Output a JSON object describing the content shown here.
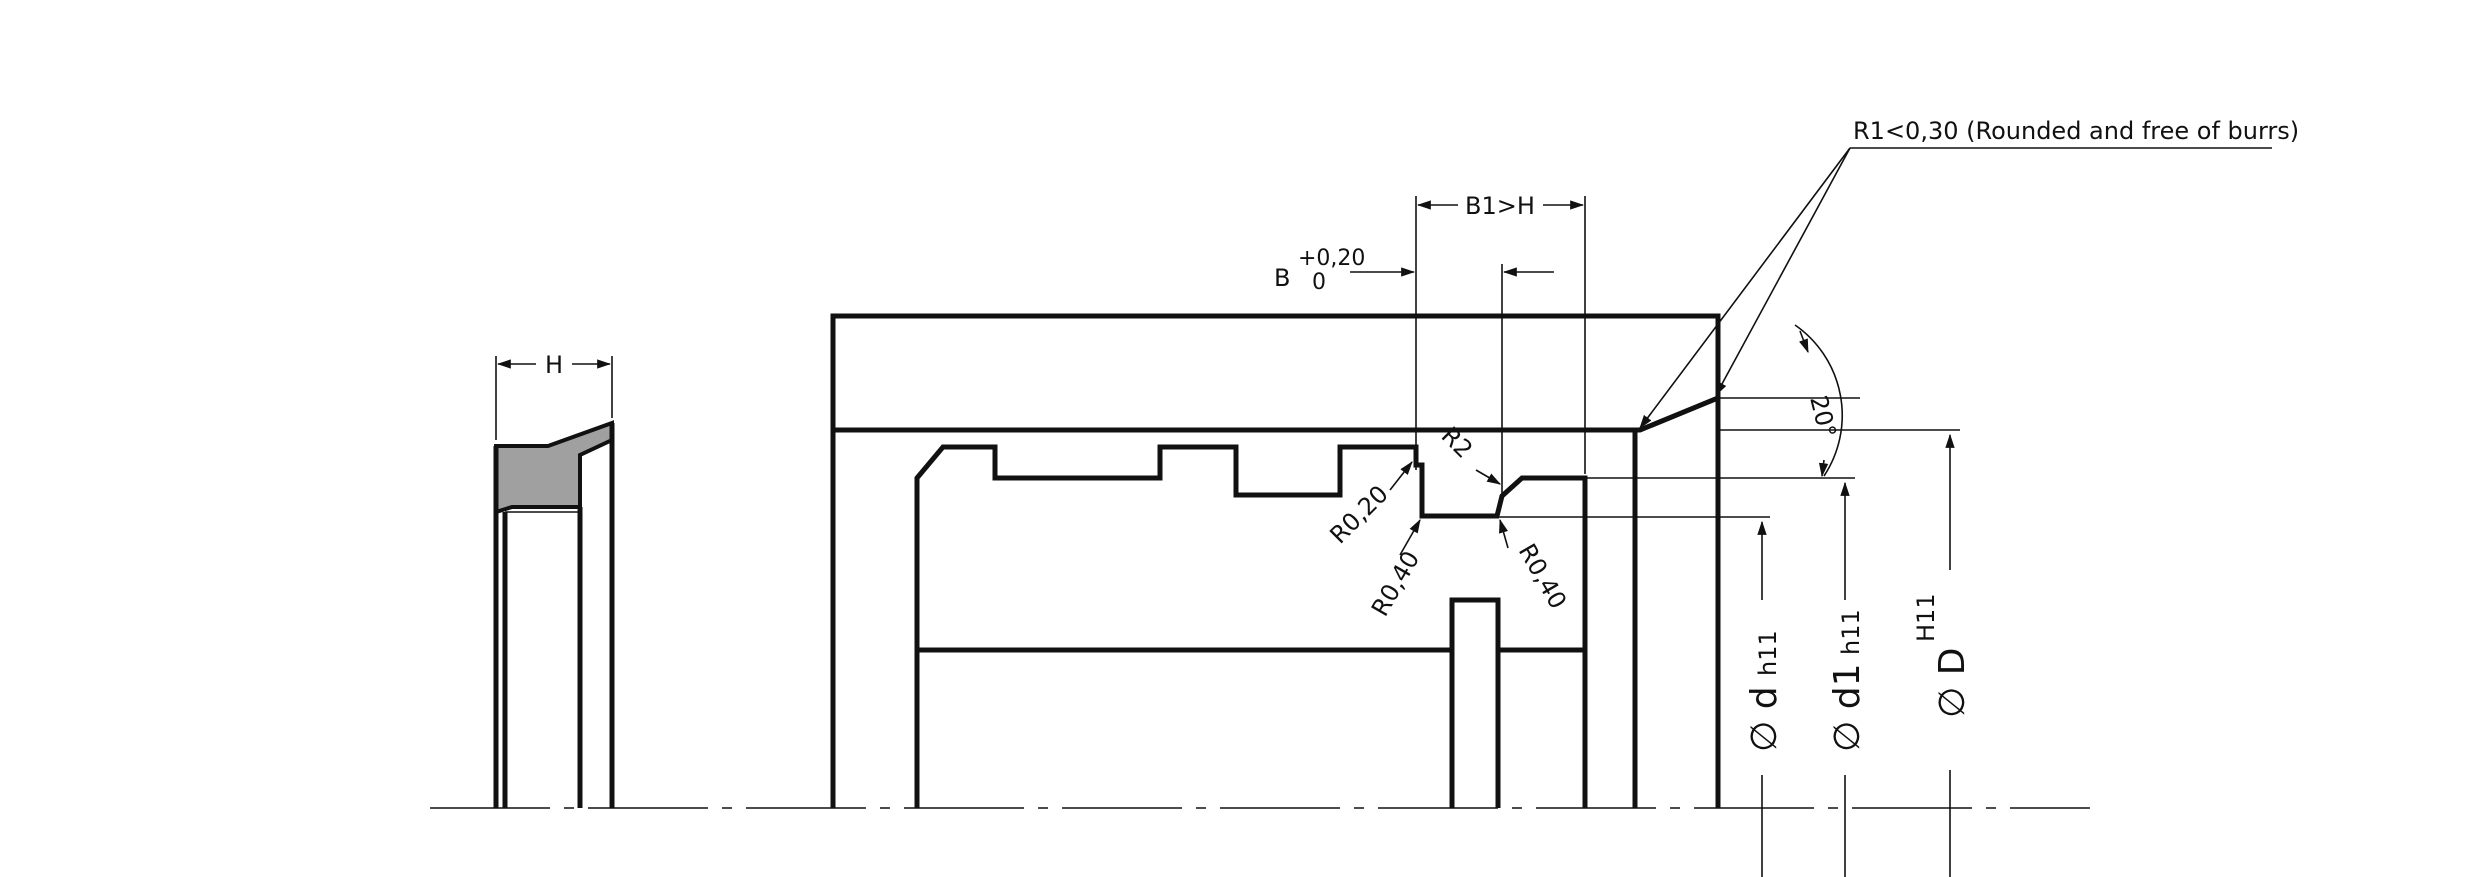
{
  "annotations": {
    "r1_note": "R1<0,30 (Rounded and free of burrs)",
    "h_dim": "H",
    "b1_dim": "B1>H",
    "b_dim": "B",
    "b_tol_upper": "+0,20",
    "b_tol_lower": "0",
    "r2": "R2",
    "r020": "R0,20",
    "r040_left": "R0,40",
    "r040_right": "R0,40",
    "angle": "20°",
    "phi_d": "∅ d",
    "phi_d_tol": "h11",
    "phi_d1": "∅ d1",
    "phi_d1_tol": "h11",
    "phi_D": "∅ D",
    "phi_D_tol": "H11"
  },
  "colors": {
    "line": "#111111",
    "seal_fill": "#a0a0a0",
    "background": "#ffffff"
  }
}
